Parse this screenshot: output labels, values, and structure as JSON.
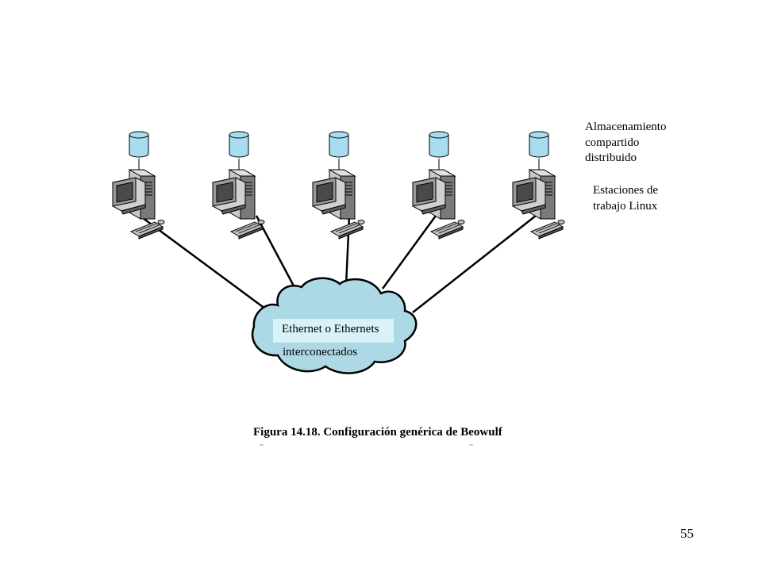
{
  "labels": {
    "storage_line1": "Almacenamiento",
    "storage_line2": "compartido",
    "storage_line3": "distribuido",
    "workstations_line1": "Estaciones de",
    "workstations_line2": "trabajo Linux",
    "network_line1": "Ethernet o Ethernets",
    "network_line2": "interconectados"
  },
  "caption": "Figura 14.18. Configuración genérica de Beowulf",
  "page_number": "55",
  "colors": {
    "cloud_fill": "#add8e6",
    "disk_fill": "#a8dcef",
    "label_box_fill": "#d8f2f8"
  }
}
